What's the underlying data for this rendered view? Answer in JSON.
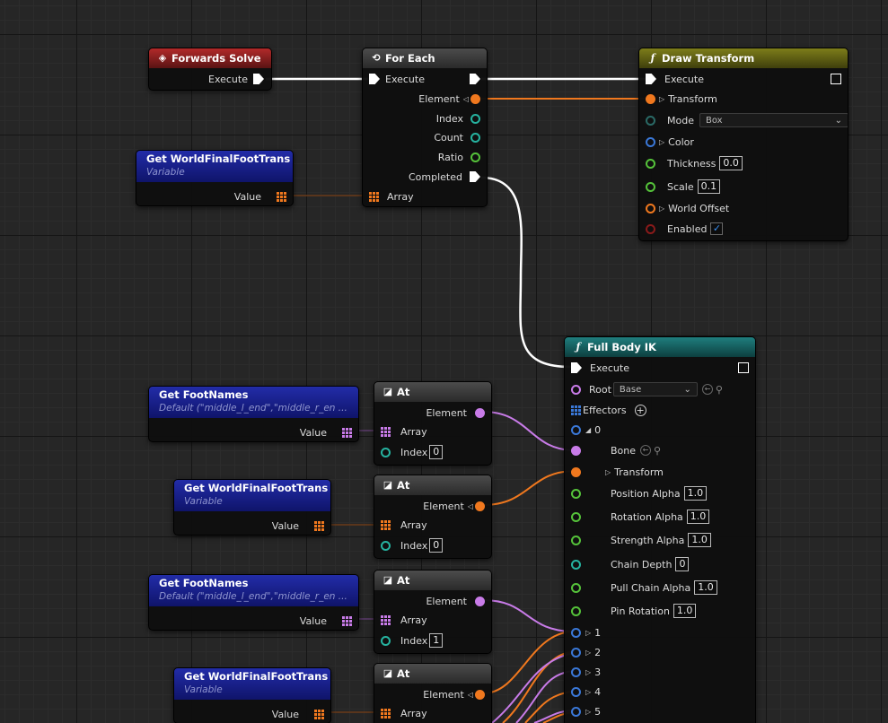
{
  "colors": {
    "exec": "#ffffff",
    "transform": "#f0781e",
    "int": "#26b3a0",
    "float": "#55c23a",
    "name": "#c87be8",
    "struct": "#3a78d8",
    "bool": "#8a1a1a"
  },
  "forwards_solve": {
    "title": "Forwards Solve",
    "execute": "Execute"
  },
  "for_each": {
    "title": "For Each",
    "execute": "Execute",
    "element": "Element",
    "index": "Index",
    "count": "Count",
    "ratio": "Ratio",
    "completed": "Completed",
    "array": "Array"
  },
  "var_transforms_1": {
    "title": "Get WorldFinalFootTrans",
    "subtitle": "Variable",
    "value": "Value"
  },
  "draw_transform": {
    "title": "Draw Transform",
    "execute": "Execute",
    "transform": "Transform",
    "mode": "Mode",
    "mode_value": "Box",
    "color": "Color",
    "thickness": "Thickness",
    "thickness_value": "0.0",
    "scale": "Scale",
    "scale_value": "0.1",
    "world_offset": "World Offset",
    "enabled": "Enabled"
  },
  "full_body_ik": {
    "title": "Full Body IK",
    "execute": "Execute",
    "root": "Root",
    "root_value": "Base",
    "effectors": "Effectors",
    "effector_0": "0",
    "bone": "Bone",
    "transform": "Transform",
    "position_alpha": "Position Alpha",
    "position_alpha_value": "1.0",
    "rotation_alpha": "Rotation Alpha",
    "rotation_alpha_value": "1.0",
    "strength_alpha": "Strength Alpha",
    "strength_alpha_value": "1.0",
    "chain_depth": "Chain Depth",
    "chain_depth_value": "0",
    "pull_chain_alpha": "Pull Chain Alpha",
    "pull_chain_alpha_value": "1.0",
    "pin_rotation": "Pin Rotation",
    "pin_rotation_value": "1.0",
    "effectors_more": [
      "1",
      "2",
      "3",
      "4",
      "5"
    ]
  },
  "get_foot_names_1": {
    "title": "Get FootNames",
    "subtitle": "Default (\"middle_l_end\",\"middle_r_en ...",
    "value": "Value"
  },
  "at_1": {
    "title": "At",
    "element": "Element",
    "array": "Array",
    "index": "Index",
    "index_value": "0"
  },
  "var_transforms_2": {
    "title": "Get WorldFinalFootTrans",
    "subtitle": "Variable",
    "value": "Value"
  },
  "at_2": {
    "title": "At",
    "element": "Element",
    "array": "Array",
    "index": "Index",
    "index_value": "0"
  },
  "get_foot_names_2": {
    "title": "Get FootNames",
    "subtitle": "Default (\"middle_l_end\",\"middle_r_en ...",
    "value": "Value"
  },
  "at_3": {
    "title": "At",
    "element": "Element",
    "array": "Array",
    "index": "Index",
    "index_value": "1"
  },
  "var_transforms_3": {
    "title": "Get WorldFinalFootTrans",
    "subtitle": "Variable",
    "value": "Value"
  },
  "at_4": {
    "title": "At",
    "element": "Element",
    "array": "Array"
  }
}
